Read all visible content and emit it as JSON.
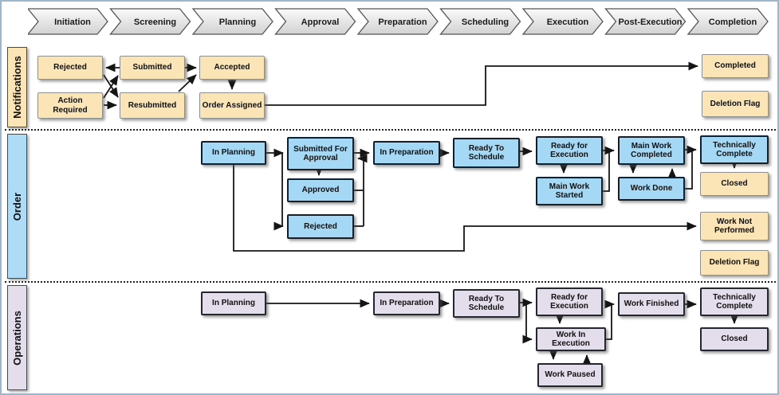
{
  "phases": [
    "Initiation",
    "Screening",
    "Planning",
    "Approval",
    "Preparation",
    "Scheduling",
    "Execution",
    "Post-Execution",
    "Completion"
  ],
  "lanes": {
    "notifications": "Notifications",
    "order": "Order",
    "operations": "Operations"
  },
  "nodes": {
    "notif_rejected": "Rejected",
    "notif_submitted": "Submitted",
    "notif_accepted": "Accepted",
    "notif_action_required": "Action Required",
    "notif_resubmitted": "Resubmitted",
    "notif_order_assigned": "Order Assigned",
    "notif_completed": "Completed",
    "notif_deletion_flag": "Deletion Flag",
    "order_in_planning": "In Planning",
    "order_submitted_for_approval": "Submitted For Approval",
    "order_approved": "Approved",
    "order_rejected": "Rejected",
    "order_in_preparation": "In Preparation",
    "order_ready_to_schedule": "Ready To Schedule",
    "order_ready_for_execution": "Ready for Execution",
    "order_main_work_started": "Main Work Started",
    "order_main_work_completed": "Main Work Completed",
    "order_work_done": "Work Done",
    "order_technically_complete": "Technically Complete",
    "order_closed": "Closed",
    "order_work_not_performed": "Work Not Performed",
    "order_deletion_flag": "Deletion Flag",
    "ops_in_planning": "In Planning",
    "ops_in_preparation": "In Preparation",
    "ops_ready_to_schedule": "Ready To Schedule",
    "ops_ready_for_execution": "Ready for Execution",
    "ops_work_in_execution": "Work In Execution",
    "ops_work_paused": "Work Paused",
    "ops_work_finished": "Work Finished",
    "ops_technically_complete": "Technically Complete",
    "ops_closed": "Closed"
  },
  "colors": {
    "notification_fill": "#FBE4B5",
    "order_fill": "#A5D8F5",
    "operations_fill": "#E4DDEC",
    "phase_fill": "#E9E9E9",
    "line": "#151515"
  },
  "edges": {
    "notifications": [
      "Submitted -> Rejected",
      "Rejected -> Resubmitted",
      "Action Required -> Submitted",
      "Action Required -> Resubmitted",
      "Submitted -> Accepted",
      "Resubmitted -> Accepted",
      "Accepted -> Order Assigned",
      "Order Assigned -> Completed"
    ],
    "order": [
      "In Planning -> Submitted For Approval",
      "Submitted For Approval -> Approved",
      "In Planning -> Rejected",
      "Rejected -> Submitted For Approval",
      "Submitted For Approval -> In Preparation",
      "Approved -> In Preparation",
      "In Preparation -> Ready To Schedule",
      "Ready To Schedule -> Ready for Execution",
      "Ready for Execution -> Main Work Started",
      "Ready for Execution -> Main Work Completed",
      "Main Work Started -> Main Work Completed",
      "Main Work Completed -> Work Done",
      "Work Done -> Main Work Completed",
      "Main Work Completed -> Technically Complete",
      "Work Done -> Technically Complete",
      "Technically Complete -> Closed",
      "In Planning -> Work Not Performed"
    ],
    "operations": [
      "In Planning -> In Preparation",
      "In Preparation -> Ready To Schedule",
      "Ready To Schedule -> Ready for Execution",
      "Ready for Execution -> Work In Execution",
      "Ready To Schedule -> Work In Execution",
      "Work In Execution -> Work Paused",
      "Work Paused -> Work In Execution",
      "Work In Execution -> Work Finished",
      "Work Finished -> Technically Complete",
      "Technically Complete -> Closed"
    ]
  }
}
